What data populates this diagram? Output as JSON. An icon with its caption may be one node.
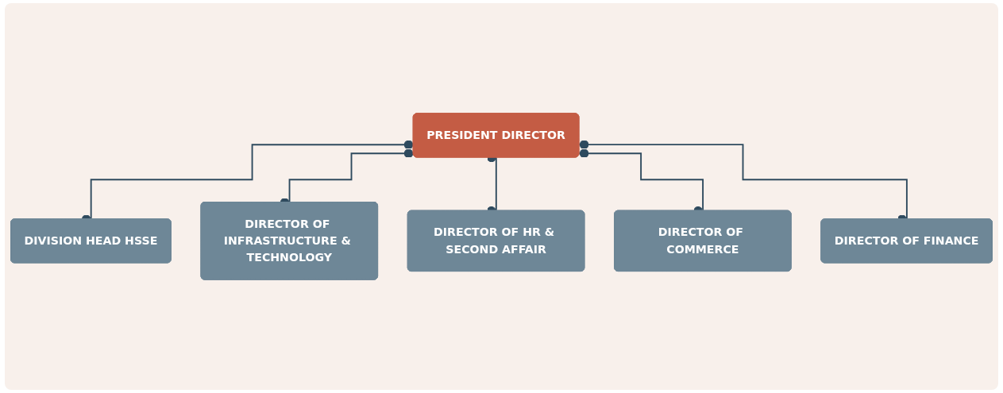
{
  "diagram": {
    "nodes": [
      {
        "text": [
          "PRESIDENT DIRECTOR"
        ]
      },
      {
        "text": [
          "DIVISION HEAD HSSE"
        ]
      },
      {
        "text": [
          "DIRECTOR OF INFRASTRUCTURE & TECHNOLOGY"
        ]
      },
      {
        "text": [
          "DIRECTOR OF HR & SECOND AFFAIR"
        ]
      },
      {
        "text": [
          "DIRECTOR OF COMMERCE"
        ]
      },
      {
        "text": [
          "DIRECTOR OF FINANCE"
        ]
      }
    ],
    "edges": [
      {
        "from": 0,
        "to": 1,
        "arrow": "other"
      },
      {
        "from": 0,
        "to": 2,
        "arrow": "other"
      },
      {
        "from": 0,
        "to": 3,
        "arrow": "other"
      },
      {
        "from": 0,
        "to": 4,
        "arrow": "other"
      },
      {
        "from": 0,
        "to": 5,
        "arrow": "other"
      }
    ]
  }
}
